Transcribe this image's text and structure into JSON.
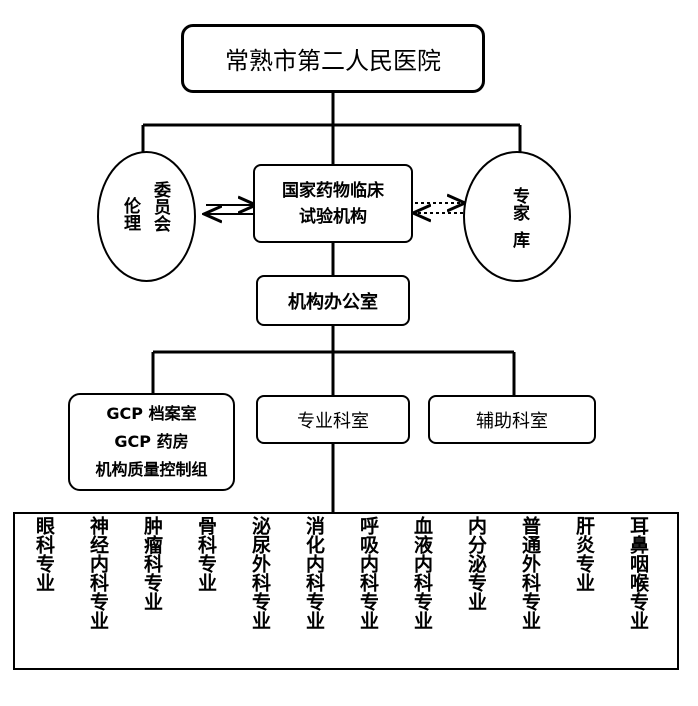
{
  "hospital": "常熟市第二人民医院",
  "ethics": {
    "line1": "伦理",
    "line2": "委员会"
  },
  "institution": {
    "line1": "国家药物临床",
    "line2": "试验机构"
  },
  "expert": {
    "line1": "专家",
    "line2": "库"
  },
  "office": "机构办公室",
  "gcp": {
    "line1": "GCP 档案室",
    "line2": "GCP 药房",
    "line3": "机构质量控制组"
  },
  "specialty_dept": "专业科室",
  "auxiliary_dept": "辅助科室",
  "departments": [
    "眼科专业",
    "神经内科专业",
    "肿瘤科专业",
    "骨科专业",
    "泌尿外科专业",
    "消化内科专业",
    "呼吸内科专业",
    "血液内科专业",
    "内分泌专业",
    "普通外科专业",
    "肝炎专业",
    "耳鼻咽喉专业"
  ]
}
